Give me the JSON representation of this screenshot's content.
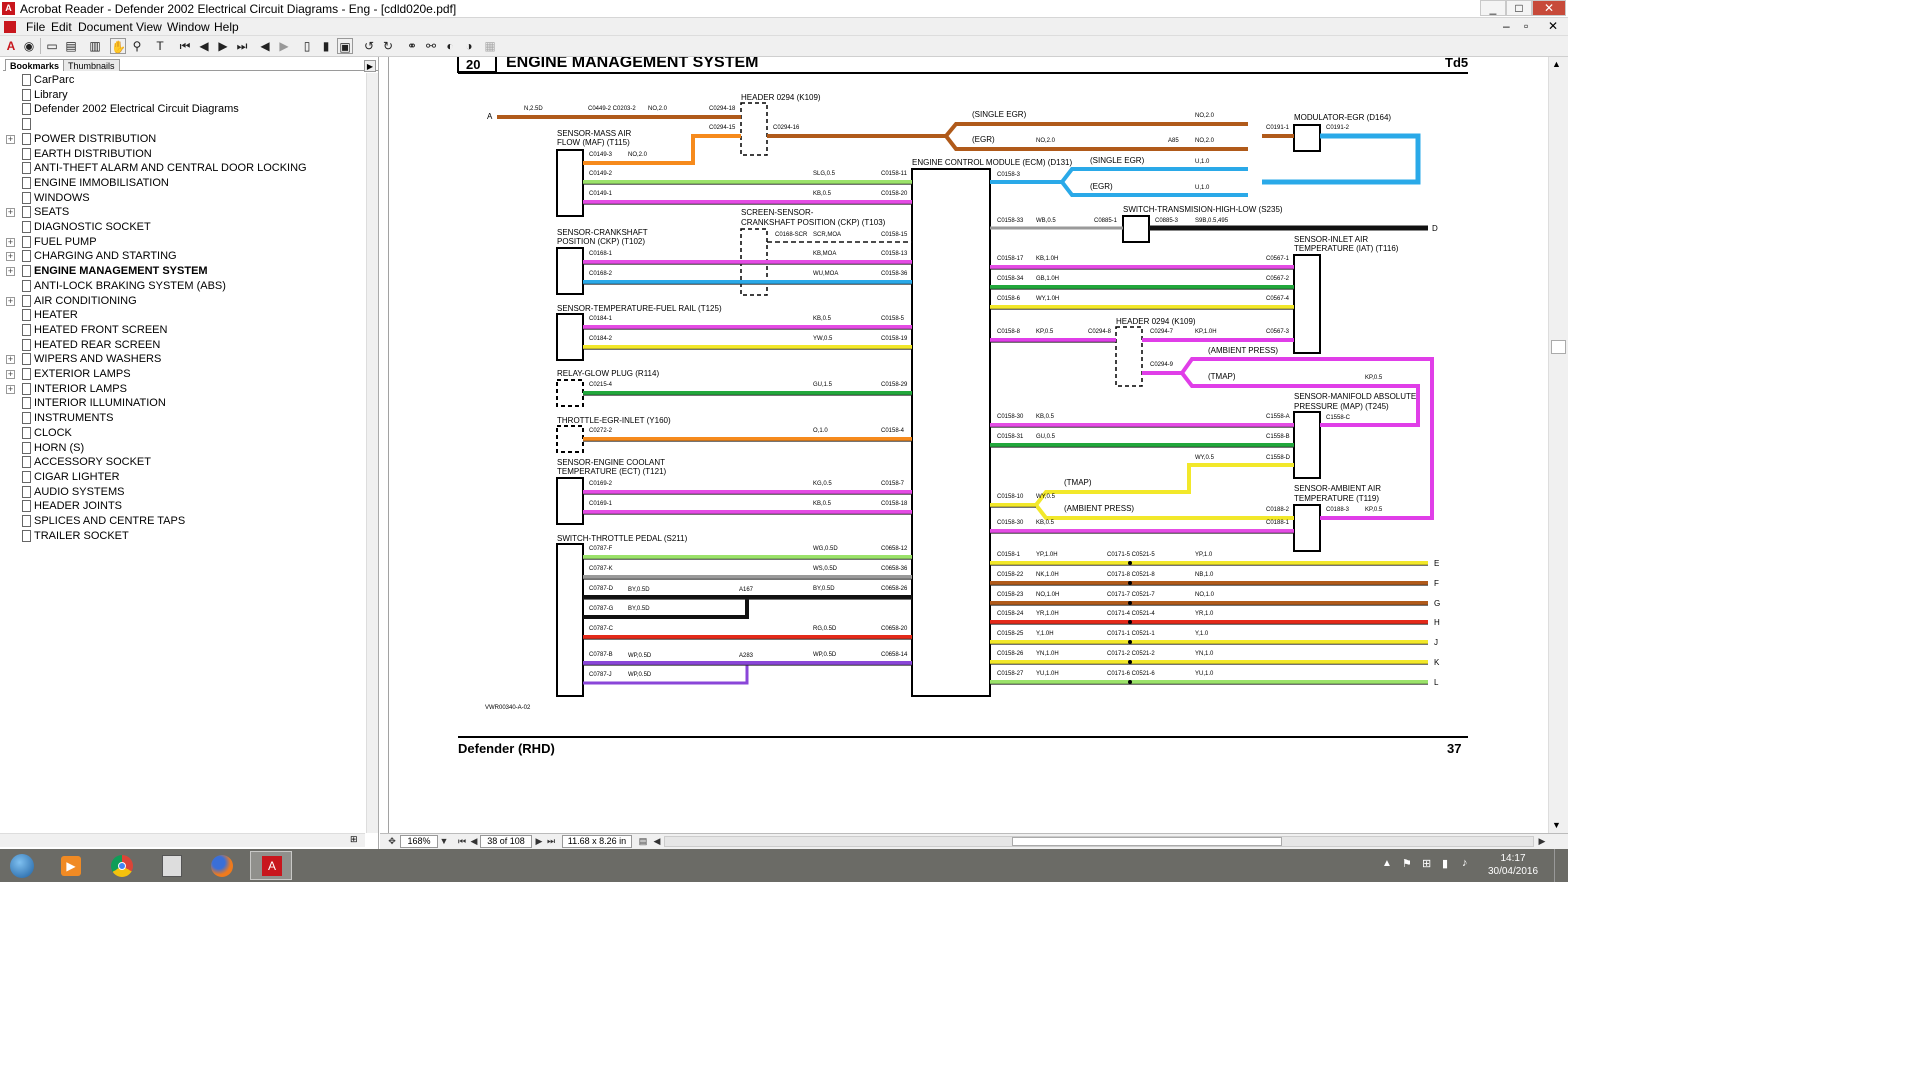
{
  "window": {
    "title": "Acrobat Reader - Defender 2002 Electrical Circuit Diagrams - Eng - [cdld020e.pdf]",
    "controls": [
      "_",
      "□",
      "✕"
    ]
  },
  "menu": [
    "File",
    "Edit",
    "Document",
    "View",
    "Window",
    "Help"
  ],
  "sidebar": {
    "tabs": [
      "Bookmarks",
      "Thumbnails"
    ],
    "items": [
      {
        "label": "CarParc",
        "expandable": false
      },
      {
        "label": "Library",
        "expandable": false
      },
      {
        "label": "Defender 2002 Electrical Circuit Diagrams",
        "expandable": false
      },
      {
        "label": "",
        "expandable": false
      },
      {
        "label": "POWER DISTRIBUTION",
        "expandable": true
      },
      {
        "label": "EARTH DISTRIBUTION",
        "expandable": false
      },
      {
        "label": "ANTI-THEFT ALARM AND CENTRAL DOOR LOCKING",
        "expandable": false
      },
      {
        "label": "ENGINE IMMOBILISATION",
        "expandable": false
      },
      {
        "label": "WINDOWS",
        "expandable": false
      },
      {
        "label": "SEATS",
        "expandable": true
      },
      {
        "label": "DIAGNOSTIC SOCKET",
        "expandable": false
      },
      {
        "label": "FUEL PUMP",
        "expandable": true
      },
      {
        "label": "CHARGING AND STARTING",
        "expandable": true
      },
      {
        "label": "ENGINE MANAGEMENT SYSTEM",
        "expandable": true,
        "selected": true
      },
      {
        "label": "ANTI-LOCK BRAKING SYSTEM (ABS)",
        "expandable": false
      },
      {
        "label": "AIR CONDITIONING",
        "expandable": true
      },
      {
        "label": "HEATER",
        "expandable": false
      },
      {
        "label": "HEATED FRONT SCREEN",
        "expandable": false
      },
      {
        "label": "HEATED REAR SCREEN",
        "expandable": false
      },
      {
        "label": "WIPERS AND WASHERS",
        "expandable": true
      },
      {
        "label": "EXTERIOR LAMPS",
        "expandable": true
      },
      {
        "label": "INTERIOR LAMPS",
        "expandable": true
      },
      {
        "label": "INTERIOR ILLUMINATION",
        "expandable": false
      },
      {
        "label": "INSTRUMENTS",
        "expandable": false
      },
      {
        "label": "CLOCK",
        "expandable": false
      },
      {
        "label": "HORN (S)",
        "expandable": false
      },
      {
        "label": "ACCESSORY SOCKET",
        "expandable": false
      },
      {
        "label": "CIGAR LIGHTER",
        "expandable": false
      },
      {
        "label": "AUDIO SYSTEMS",
        "expandable": false
      },
      {
        "label": "HEADER JOINTS",
        "expandable": false
      },
      {
        "label": "SPLICES AND CENTRE TAPS",
        "expandable": false
      },
      {
        "label": "TRAILER SOCKET",
        "expandable": false
      }
    ]
  },
  "status": {
    "zoom": "168%",
    "page": "38 of 108",
    "page_size": "11.68 x 8.26 in"
  },
  "diagram": {
    "header_num": "20",
    "header_title": "ENGINE MANAGEMENT SYSTEM",
    "header_right": "Td5",
    "footer_left": "Defender (RHD)",
    "footer_right": "37",
    "ref": "VWR00340-A-02",
    "colors": {
      "brown": "#b05a1a",
      "green": "#22a83c",
      "pink": "#e44ce4",
      "blue": "#2aa9e8",
      "yellow": "#f2e82a",
      "orange": "#f68a1c",
      "purple": "#8a46d8",
      "black": "#111111",
      "red": "#e42a1a",
      "light_green": "#9be26a",
      "grey": "#9a9a9a",
      "magenta": "#e03ee8"
    },
    "components": {
      "ecm": "ENGINE CONTROL MODULE (ECM) (D131)",
      "maf": [
        "SENSOR-MASS AIR",
        "FLOW (MAF) (T115)"
      ],
      "ckp": [
        "SENSOR-CRANKSHAFT",
        "POSITION (CKP) (T102)"
      ],
      "screen": [
        "SCREEN-SENSOR-",
        "CRANKSHAFT POSITION (CKP) (T103)"
      ],
      "fuelrail": "SENSOR-TEMPERATURE-FUEL RAIL (T125)",
      "glow": "RELAY-GLOW PLUG (R114)",
      "throttle": "THROTTLE-EGR-INLET (Y160)",
      "ect": [
        "SENSOR-ENGINE COOLANT",
        "TEMPERATURE (ECT) (T121)"
      ],
      "pedal": "SWITCH-THROTTLE PEDAL (S211)",
      "header1": "HEADER 0294 (K109)",
      "header2": "HEADER 0294 (K109)",
      "modulator": "MODULATOR-EGR (D164)",
      "transmission": "SWITCH-TRANSMISION-HIGH-LOW (S235)",
      "iat": [
        "SENSOR-INLET AIR",
        "TEMPERATURE (IAT) (T116)"
      ],
      "map": [
        "SENSOR-MANIFOLD ABSOLUTE",
        "PRESSURE (MAP) (T245)"
      ],
      "aat": [
        "SENSOR-AMBIENT AIR",
        "TEMPERATURE (T119)"
      ]
    },
    "notes": {
      "single_egr": "(SINGLE EGR)",
      "egr": "(EGR)",
      "ambient_press": "(AMBIENT PRESS)",
      "tmap": "(TMAP)"
    },
    "wires_left": [
      {
        "lc": "C0149-2",
        "code": "SLG,0.5",
        "rc": "C0158-11",
        "color": "light_green"
      },
      {
        "lc": "C0149-1",
        "code": "KB,0.5",
        "rc": "C0158-20",
        "color": "pink"
      },
      {
        "lc": "C0168-1",
        "code": "KB,MOA",
        "rc": "C0158-13",
        "color": "pink"
      },
      {
        "lc": "C0168-2",
        "code": "WU,MOA",
        "rc": "C0158-36",
        "color": "blue"
      },
      {
        "lc": "C0184-1",
        "code": "KB,0.5",
        "rc": "C0158-5",
        "color": "pink"
      },
      {
        "lc": "C0184-2",
        "code": "YW,0.5",
        "rc": "C0158-19",
        "color": "yellow"
      },
      {
        "lc": "C0215-4",
        "code": "GU,1.5",
        "rc": "C0158-29",
        "color": "green"
      },
      {
        "lc": "C0272-2",
        "code": "O,1.0",
        "rc": "C0158-4",
        "color": "orange"
      },
      {
        "lc": "C0169-2",
        "code": "KG,0.5",
        "rc": "C0158-7",
        "color": "pink"
      },
      {
        "lc": "C0169-1",
        "code": "KB,0.5",
        "rc": "C0158-18",
        "color": "pink"
      },
      {
        "lc": "C0787-F",
        "code": "WG,0.5D",
        "rc": "C0658-12",
        "color": "light_green"
      },
      {
        "lc": "C0787-K",
        "code": "WS,0.5D",
        "rc": "C0658-36",
        "color": "grey"
      },
      {
        "lc": "C0787-D",
        "code": "BY,0.5D",
        "rc": "C0658-26",
        "color": "black"
      },
      {
        "lc": "C0787-C",
        "code": "RG,0.5D",
        "rc": "C0658-20",
        "color": "red"
      },
      {
        "lc": "C0787-B",
        "code": "WP,0.5D",
        "rc": "C0658-14",
        "color": "purple"
      }
    ],
    "wires_right": [
      {
        "lc": "C0158-17",
        "code": "KB,1.0H",
        "rc": "C0567-1",
        "color": "pink"
      },
      {
        "lc": "C0158-34",
        "code": "GB,1.0H",
        "rc": "C0567-2",
        "color": "green"
      },
      {
        "lc": "C0158-6",
        "code": "WY,1.0H",
        "rc": "C0567-4",
        "color": "yellow"
      },
      {
        "lc": "C0158-8",
        "code": "KP,0.5",
        "rc": "C0567-3",
        "color": "magenta"
      },
      {
        "lc": "C0158-30",
        "code": "KB,0.5",
        "rc": "C1558-A",
        "color": "pink"
      },
      {
        "lc": "C0158-31",
        "code": "GU,0.5",
        "rc": "C1558-B",
        "color": "green"
      },
      {
        "lc": "C0158-10",
        "code": "WY,0.5",
        "rc": "C0188-2",
        "color": "yellow"
      },
      {
        "lc": "C0158-30",
        "code": "KB,0.5",
        "rc": "C0188-1",
        "color": "pink"
      }
    ],
    "wires_bottom": [
      {
        "lc": "C0158-1",
        "code": "YP,1.0H",
        "mid": "C0171-5 C0521-5",
        "code2": "YP,1.0",
        "end": "E",
        "color": "yellow"
      },
      {
        "lc": "C0158-22",
        "code": "NK,1.0H",
        "mid": "C0171-8 C0521-8",
        "code2": "NB,1.0",
        "end": "F",
        "color": "brown"
      },
      {
        "lc": "C0158-23",
        "code": "NO,1.0H",
        "mid": "C0171-7 C0521-7",
        "code2": "NO,1.0",
        "end": "G",
        "color": "brown"
      },
      {
        "lc": "C0158-24",
        "code": "YR,1.0H",
        "mid": "C0171-4 C0521-4",
        "code2": "YR,1.0",
        "end": "H",
        "color": "red"
      },
      {
        "lc": "C0158-25",
        "code": "Y,1.0H",
        "mid": "C0171-1 C0521-1",
        "code2": "Y,1.0",
        "end": "J",
        "color": "yellow"
      },
      {
        "lc": "C0158-26",
        "code": "YN,1.0H",
        "mid": "C0171-2 C0521-2",
        "code2": "YN,1.0",
        "end": "K",
        "color": "yellow"
      },
      {
        "lc": "C0158-27",
        "code": "YU,1.0H",
        "mid": "C0171-6 C0521-6",
        "code2": "YU,1.0",
        "end": "L",
        "color": "light_green"
      }
    ],
    "misc": {
      "A": "A",
      "D": "D",
      "n2sd": "N,2.5D",
      "c0449": "C0449-2 C0203-2",
      "no20": "NO,2.0",
      "c0294_18": "C0294-18",
      "c0294_15": "C0294-15",
      "c0294_16": "C0294-16",
      "c0149_3": "C0149-3",
      "no20b": "NO,2.0",
      "c0191_1": "C0191-1",
      "c0191_2": "C0191-2",
      "no20c": "NO,2.0",
      "no20d": "NO,2.0",
      "a85": "A85",
      "no20e": "NO,2.0",
      "c0158_3": "C0158-3",
      "u10a": "U,1.0",
      "u10b": "U,1.0",
      "c0158_33": "C0158-33",
      "wb05": "WB,0.5",
      "c0885_1": "C0885-1",
      "c0885_3": "C0885-3",
      "s9b": "S9B,0.5,495",
      "c0168_scr": "C0168-SCR",
      "scr_moa": "SCR,MOA",
      "c0158_15": "C0158-15",
      "c0294_8": "C0294-8",
      "c0294_7": "C0294-7",
      "kp10h": "KP,1.0H",
      "c0294_9": "C0294-9",
      "kp05": "KP,0.5",
      "c1558_c": "C1558-C",
      "wy05": "WY,0.5",
      "c1558_d": "C1558-D",
      "c0188_3": "C0188-3",
      "kp05b": "KP,0.5",
      "c0787_g": "C0787-G",
      "by05d_g": "BY,0.5D",
      "a167": "A167",
      "by05d": "BY,0.5D",
      "c0787_j": "C0787-J",
      "wp05d_j": "WP,0.5D",
      "a283": "A283",
      "wp05d": "WP,0.5D"
    }
  },
  "taskbar": {
    "time": "14:17",
    "date": "30/04/2016"
  }
}
